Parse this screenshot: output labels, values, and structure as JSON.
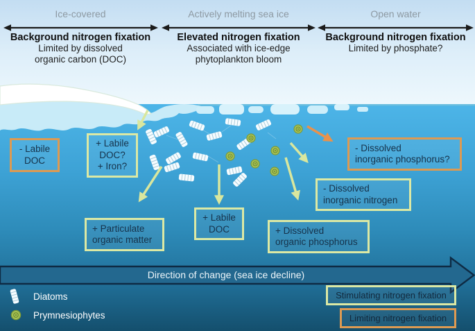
{
  "zones": [
    {
      "label": "Ice-covered",
      "heading": "Background nitrogen fixation",
      "description": "Limited by dissolved\norganic carbon (DOC)"
    },
    {
      "label": "Actively melting sea ice",
      "heading": "Elevated nitrogen fixation",
      "description": "Associated with ice-edge\nphytoplankton bloom"
    },
    {
      "label": "Open water",
      "heading": "Background nitrogen fixation",
      "description": "Limited by phosphate?"
    }
  ],
  "water_labels": [
    {
      "text": "- Labile\nDOC",
      "category": "limiting"
    },
    {
      "text": "+ Labile\nDOC?\n+ Iron?",
      "category": "stimulating"
    },
    {
      "text": "+ Particulate\norganic matter",
      "category": "stimulating"
    },
    {
      "text": "+ Labile\nDOC",
      "category": "stimulating"
    },
    {
      "text": "+ Dissolved\norganic phosphorus",
      "category": "stimulating"
    },
    {
      "text": "- Dissolved\ninorganic nitrogen",
      "category": "stimulating"
    },
    {
      "text": "- Dissolved\ninorganic phosphorus?",
      "category": "limiting"
    }
  ],
  "direction_arrow": {
    "label": "Direction of change (sea ice decline)"
  },
  "organism_legend": [
    {
      "icon": "diatom-icon",
      "label": "Diatoms"
    },
    {
      "icon": "prymnesiophyte-icon",
      "label": "Prymnesiophytes"
    }
  ],
  "category_legend": [
    {
      "label": "Stimulating nitrogen fixation",
      "category": "stimulating"
    },
    {
      "label": "Limiting nitrogen fixation",
      "category": "limiting"
    }
  ],
  "colors": {
    "stimulating_border": "#dce9a4",
    "limiting_border": "#dd9a52",
    "orange_arrow": "#e8924c",
    "green_arrow": "#d9e79e",
    "sky_top": "#c3ddf2",
    "water_top": "#4db5e8",
    "water_bottom": "#144f6d",
    "box_text": "#16324a",
    "zone_label_gray": "#8d99a2",
    "direction_arrow_fill": "#23688f",
    "direction_arrow_outline": "#0e2b44"
  }
}
